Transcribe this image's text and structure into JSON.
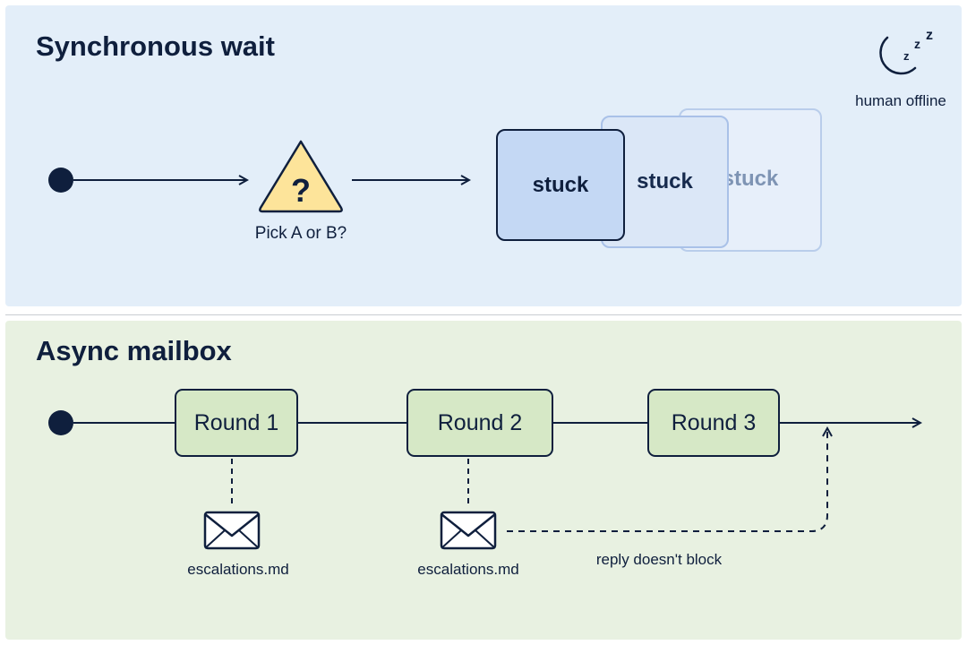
{
  "sync": {
    "title": "Synchronous wait",
    "decision_label": "Pick A or B?",
    "offline_label": "human offline",
    "stuck_labels": [
      "stuck",
      "stuck",
      "stuck"
    ],
    "icons": [
      "start-dot",
      "question-warning",
      "moon-zzz"
    ]
  },
  "async": {
    "title": "Async mailbox",
    "rounds": [
      "Round 1",
      "Round 2",
      "Round 3"
    ],
    "file_labels": [
      "escalations.md",
      "escalations.md"
    ],
    "reply_label": "reply doesn't block",
    "icons": [
      "start-dot",
      "envelope"
    ]
  },
  "colors": {
    "sync_panel": "#e3eef9",
    "async_panel": "#e8f1e1",
    "ink": "#0f1f3d",
    "warning_fill": "#fde49a",
    "round_fill": "#d6e8c6",
    "stuck_fill": "#c4d8f4"
  }
}
